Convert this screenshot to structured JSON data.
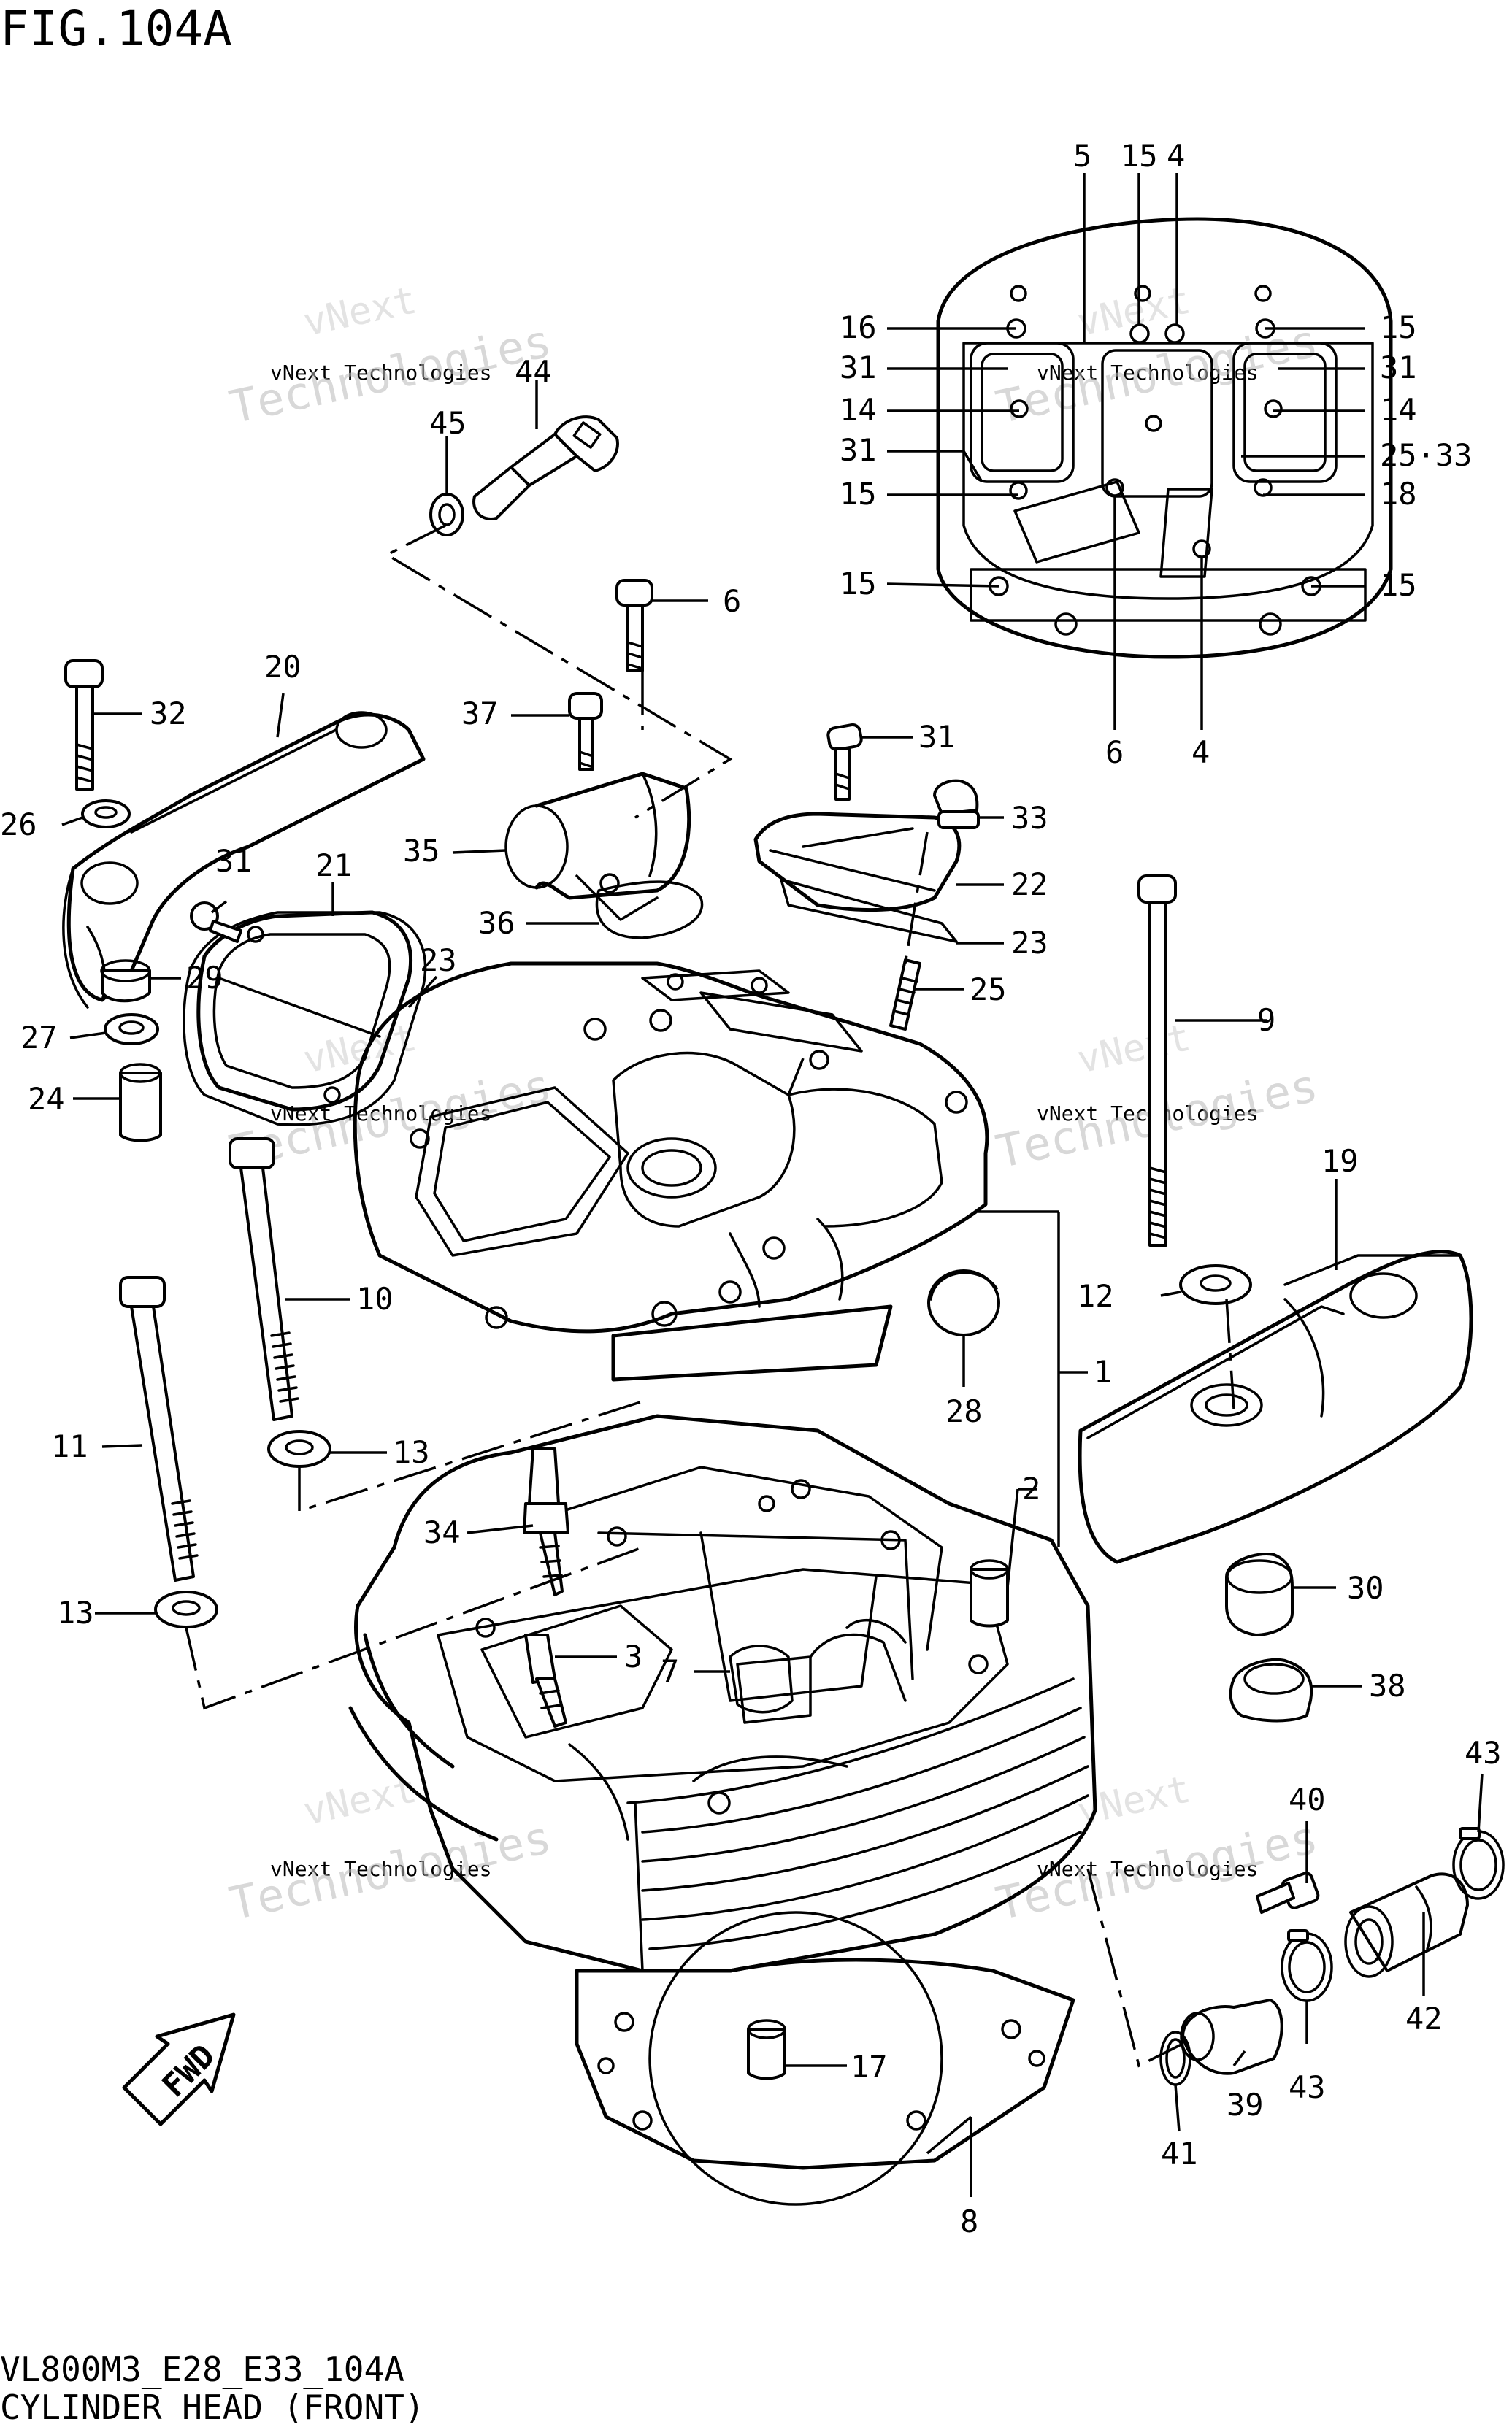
{
  "figure": {
    "title": "FIG.104A",
    "model_code": "VL800M3_E28_E33_104A",
    "caption": "CYLINDER HEAD (FRONT)",
    "fwd_label": "FWD"
  },
  "watermark": {
    "line1": "vNext Technologies",
    "line2": "vNext",
    "line3": "Technologies"
  },
  "callouts": {
    "c1": "1",
    "c2": "2",
    "c3": "3",
    "c4": "4",
    "c5": "5",
    "c6": "6",
    "c7": "7",
    "c8": "8",
    "c9": "9",
    "c10": "10",
    "c11": "11",
    "c12": "12",
    "c13": "13",
    "c14": "14",
    "c15": "15",
    "c16": "16",
    "c17": "17",
    "c18": "18",
    "c19": "19",
    "c20": "20",
    "c21": "21",
    "c22": "22",
    "c23": "23",
    "c24": "24",
    "c25": "25",
    "c25_33": "25·33",
    "c26": "26",
    "c27": "27",
    "c28": "28",
    "c29": "29",
    "c30": "30",
    "c31": "31",
    "c32": "32",
    "c33": "33",
    "c34": "34",
    "c35": "35",
    "c36": "36",
    "c37": "37",
    "c38": "38",
    "c39": "39",
    "c40": "40",
    "c41": "41",
    "c42": "42",
    "c43": "43",
    "c44": "44",
    "c45": "45"
  }
}
